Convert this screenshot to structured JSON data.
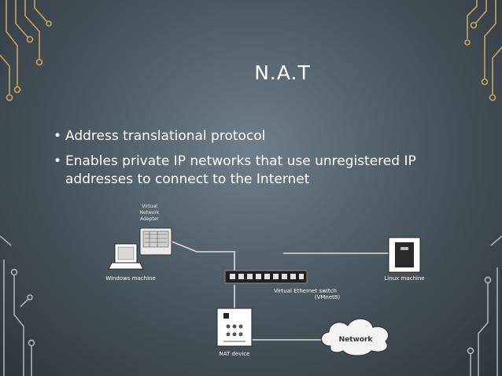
{
  "slide": {
    "title": "N.A.T",
    "bullets": [
      "Address translational protocol",
      "Enables private IP networks that use unregistered IP addresses to connect to the Internet"
    ],
    "bullet_glyph": "•"
  },
  "diagram": {
    "router_label": [
      "Virtual",
      "Network",
      "Adapter"
    ],
    "pc_label": "Windows machine",
    "server_label": "Linux machine",
    "switch_label": "Virtual Ethernet switch",
    "switch_sub": "(VMnet8)",
    "nat_label": "NAT device",
    "cloud_label": "Network"
  },
  "colors": {
    "background_center": "#6f7f89",
    "background_edge": "#2c353c",
    "circuit": "#c9a45a",
    "circuit_light": "#b9c2c8",
    "text": "#ffffff"
  }
}
